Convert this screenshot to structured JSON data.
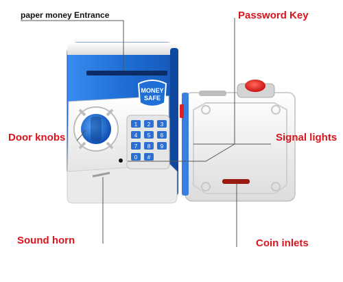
{
  "labels": {
    "paper_money_entrance": "paper money Entrance",
    "password_key": "Password Key",
    "door_knobs": "Door knobs",
    "signal_lights": "Signal lights",
    "sound_horn": "Sound horn",
    "coin_inlets": "Coin inlets"
  },
  "badge": {
    "line1": "MONEY",
    "line2": "SAFE"
  },
  "keypad": {
    "keys": [
      "1",
      "2",
      "3",
      "4",
      "5",
      "6",
      "7",
      "8",
      "9",
      "0",
      "#"
    ]
  },
  "colors": {
    "label_red": "#d8141c",
    "label_black": "#111111",
    "safe_blue": "#1f6fd6",
    "safe_white": "#f2f2f2",
    "key_button_red": "#e02020"
  }
}
